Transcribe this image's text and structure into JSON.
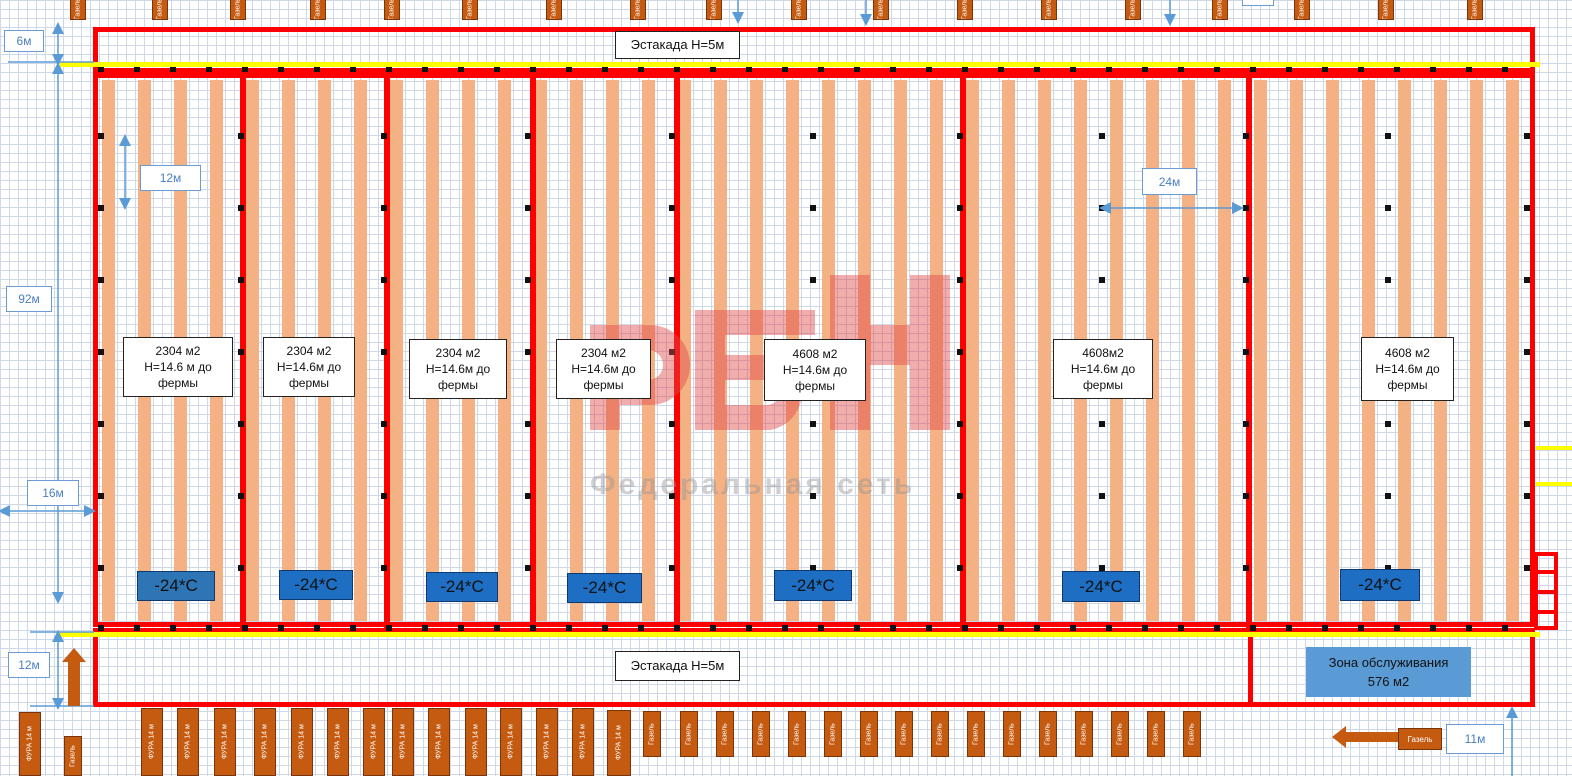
{
  "estakada_top": "Эстакада Н=5м",
  "estakada_bottom": "Эстакада Н=5м",
  "dimensions": {
    "d6": "6м",
    "d92": "92м",
    "d16": "16м",
    "d12_left": "12м",
    "d12_inner": "12м",
    "d24": "24м",
    "d11": "11м"
  },
  "rooms": [
    {
      "area": "2304 м2",
      "height": "Н=14.6 м до фермы",
      "temp": "-24*С"
    },
    {
      "area": "2304 м2",
      "height": "Н=14.6м до фермы",
      "temp": "-24*С"
    },
    {
      "area": "2304 м2",
      "height": "Н=14.6м до фермы",
      "temp": "-24*С"
    },
    {
      "area": "2304 м2",
      "height": "Н=14.6м до фермы",
      "temp": "-24*С"
    },
    {
      "area": "4608 м2",
      "height": "Н=14.6м до фермы",
      "temp": "-24*С"
    },
    {
      "area": "4608м2",
      "height": "Н=14.6м до фермы",
      "temp": "-24*С"
    },
    {
      "area": "4608 м2",
      "height": "Н=14.6м до фермы",
      "temp": "-24*С"
    }
  ],
  "service_zone": "Зона обслуживания\n576 м2",
  "watermark": {
    "logo": "РБН",
    "text": "Федеральная сеть"
  },
  "truck_labels": {
    "fura": "ФУРА 14 м",
    "gazel": "Газель"
  },
  "colors": {
    "wall": "#ff0000",
    "rack": "#f4b183",
    "ramp_line": "#ffff00",
    "temp_box": "#1e6fc4",
    "truck": "#c55a11",
    "service": "#5b9bd5",
    "arrow": "#5b9bd5"
  }
}
